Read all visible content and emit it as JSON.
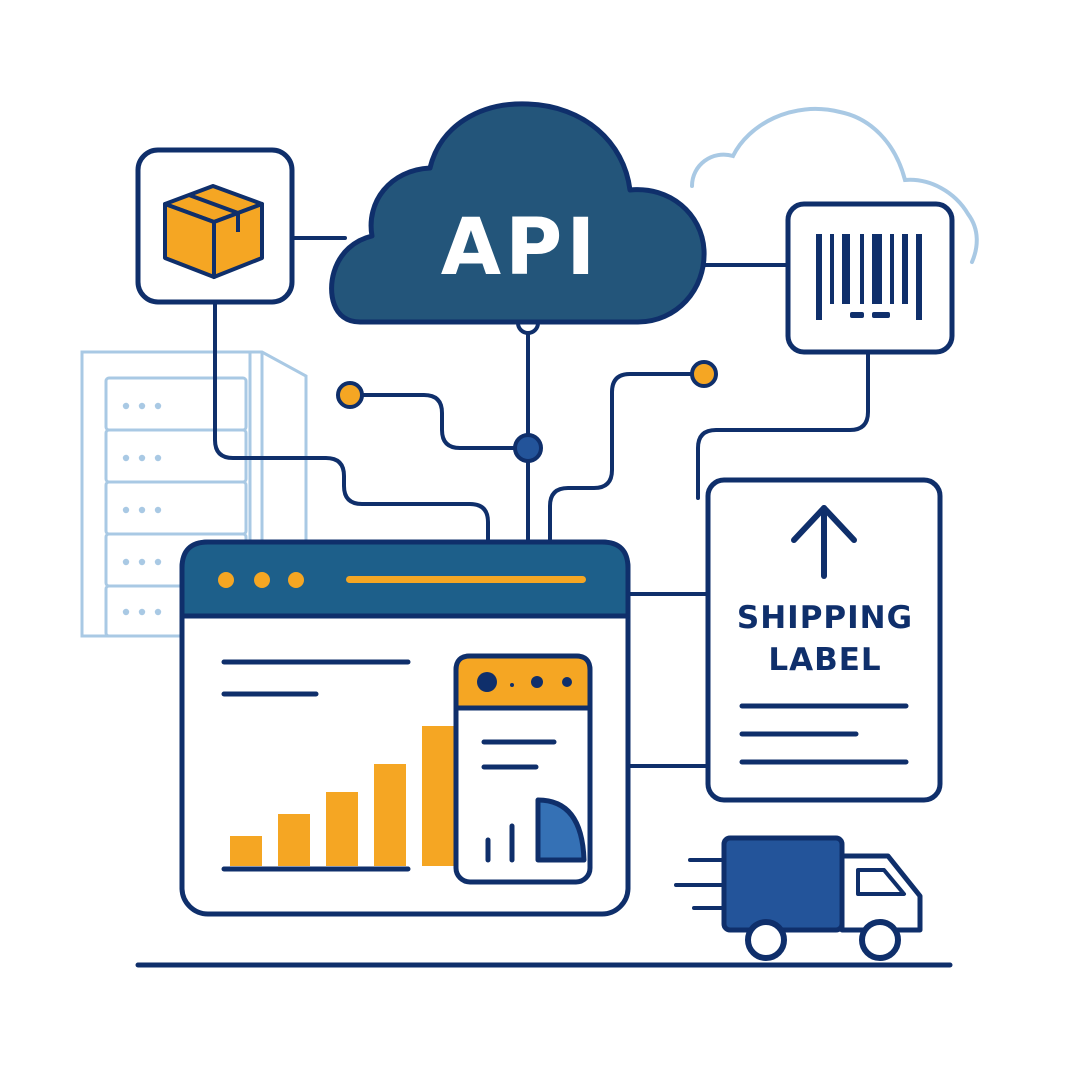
{
  "cloud": {
    "label": "API"
  },
  "shipping_label": {
    "line1": "SHIPPING",
    "line2": "LABEL"
  },
  "colors": {
    "navy": "#0f2f6b",
    "cloud_fill": "#23557a",
    "header_blue": "#1d5f8a",
    "orange": "#f5a623",
    "truck_blue": "#23549a",
    "light_blue": "#a9c9e4",
    "white": "#ffffff"
  },
  "icons": [
    "package-icon",
    "cloud-icon",
    "barcode-icon",
    "upload-arrow-icon",
    "truck-icon",
    "server-rack-icon"
  ],
  "dashboard": {
    "bar_chart_values": [
      30,
      52,
      74,
      102,
      140
    ]
  }
}
